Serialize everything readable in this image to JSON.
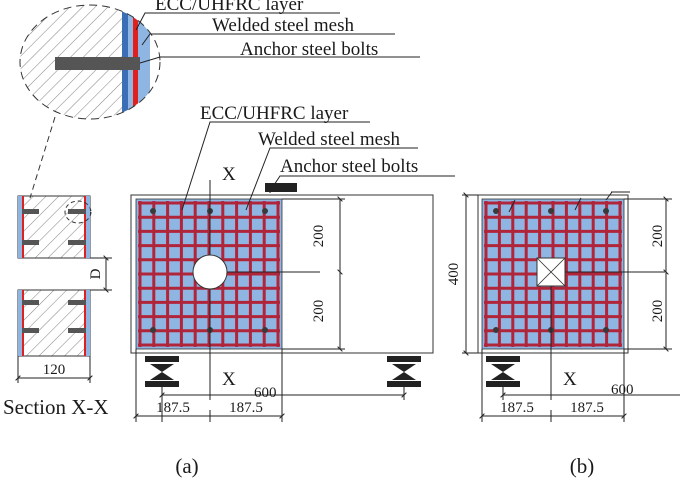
{
  "labels": {
    "layer": "ECC/UHFRC layer",
    "mesh": "Welded steel mesh",
    "bolts": "Anchor steel bolts"
  },
  "section": {
    "title": "Section X-X",
    "width": "120",
    "hole": "D"
  },
  "panel_a": {
    "cut": "X",
    "dim_top": "200",
    "dim_bottom": "200",
    "dim_left": "187.5",
    "dim_right": "187.5",
    "span": "600",
    "caption": "(a)"
  },
  "panel_b": {
    "height": "400",
    "dim_top": "200",
    "dim_bottom": "200",
    "dim_left": "187.5",
    "dim_right": "187.5",
    "span": "600",
    "cut": "X",
    "caption": "(b)"
  },
  "colors": {
    "layer": "#8fb6e2",
    "mesh": "#b0253a",
    "steel": "#555555",
    "red": "#e0201c"
  }
}
